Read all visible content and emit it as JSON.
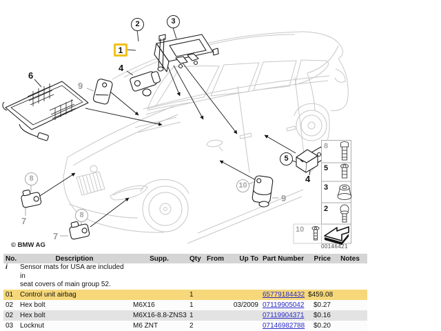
{
  "diagram": {
    "copyright": "© BMW AG",
    "diagram_number": "00146421",
    "highlight_color": "#F2C21E",
    "callouts": {
      "c1": "1",
      "c2": "2",
      "c3": "3",
      "c4": "4",
      "c5": "5",
      "c6": "6",
      "c7": "7",
      "c8": "8",
      "c9": "9",
      "c10": "10"
    },
    "legend": {
      "cells": [
        {
          "label": "8",
          "gray": true,
          "icon": "hex-bolt-icon"
        },
        {
          "label": "5",
          "gray": false,
          "icon": "hex-bolt-icon"
        },
        {
          "label": "3",
          "gray": false,
          "icon": "grommet-icon"
        },
        {
          "label": "2",
          "gray": false,
          "icon": "round-head-screw-icon"
        },
        {
          "label": "",
          "gray": false,
          "icon": "direction-arrow-icon"
        },
        {
          "label": "10",
          "gray": true,
          "icon": "small-screw-icon"
        }
      ]
    }
  },
  "table": {
    "link_color": "#2b2bc8",
    "highlight_row_color": "#F6D87A",
    "headers": {
      "no": "No.",
      "description": "Description",
      "supp": "Supp.",
      "qty": "Qty",
      "from": "From",
      "up_to": "Up To",
      "part_number": "Part Number",
      "price": "Price",
      "notes": "Notes"
    },
    "rows": [
      {
        "style": "info",
        "no": "i",
        "description": "Sensor mats for USA are included in\nseat covers of main group 52.",
        "supp": "",
        "qty": "",
        "from": "",
        "up_to": "",
        "part_number": "",
        "part_link": false,
        "price": "",
        "notes": ""
      },
      {
        "style": "highlight",
        "no": "01",
        "description": "Control unit airbag",
        "supp": "",
        "qty": "1",
        "from": "",
        "up_to": "",
        "part_number": "65779184432",
        "part_link": true,
        "price": "$459.08",
        "notes": ""
      },
      {
        "style": "plain",
        "no": "02",
        "description": "Hex bolt",
        "supp": "M6X16",
        "qty": "1",
        "from": "",
        "up_to": "03/2009",
        "part_number": "07119905042",
        "part_link": true,
        "price": "$0.27",
        "notes": ""
      },
      {
        "style": "alt",
        "no": "02",
        "description": "Hex bolt",
        "supp": "M6X16-8.8-ZNS3",
        "qty": "1",
        "from": "",
        "up_to": "",
        "part_number": "07119904371",
        "part_link": true,
        "price": "$0.16",
        "notes": ""
      },
      {
        "style": "plain",
        "no": "03",
        "description": "Locknut",
        "supp": "M6 ZNT",
        "qty": "2",
        "from": "",
        "up_to": "",
        "part_number": "07146982788",
        "part_link": true,
        "price": "$0.20",
        "notes": ""
      },
      {
        "style": "partial",
        "no": "",
        "description": "",
        "supp": "",
        "qty": "",
        "from": "",
        "up_to": "",
        "part_number": "",
        "part_link": false,
        "price": "",
        "notes": ""
      }
    ]
  }
}
